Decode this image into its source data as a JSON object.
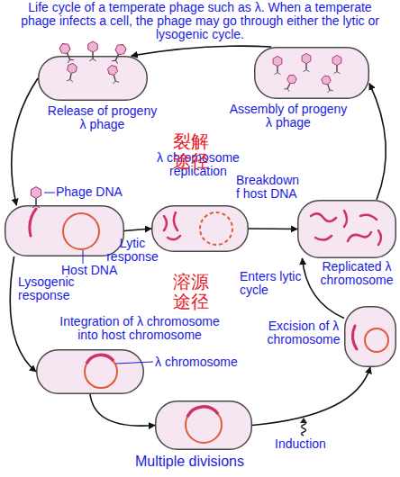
{
  "diagram": {
    "title": "Life cycle of a temperate phage such as λ. When a temperate phage infects a cell, the phage may go through either the lytic or lysogenic cycle.",
    "nodes": [
      {
        "text": [
          "Release of progeny λ phage"
        ]
      },
      {
        "text": [
          "Assembly of progeny λ phage"
        ]
      },
      {
        "text": [
          "Phage DNA",
          "Host DNA"
        ]
      },
      {
        "text": [
          "λ chromosome replication",
          "Breakdown f host DNA"
        ]
      },
      {
        "text": [
          "Replicated λ chromosome"
        ]
      },
      {
        "text": [
          "Integration of λ chromosome into host chromosome",
          "λ chromosome"
        ]
      },
      {
        "text": [
          "Multiple divisions"
        ]
      },
      {
        "text": [
          "Excision of λ chromosome"
        ]
      }
    ],
    "edges": [
      {
        "from": 1,
        "to": 0,
        "arrow": "to"
      },
      {
        "from": 0,
        "to": 2,
        "arrow": "to"
      },
      {
        "from": 2,
        "to": 3,
        "label": "Lytic response",
        "arrow": "to"
      },
      {
        "from": 2,
        "to": 5,
        "label": "Lysogenic response",
        "arrow": "to"
      },
      {
        "from": 3,
        "to": 4,
        "arrow": "to"
      },
      {
        "from": 4,
        "to": 1,
        "arrow": "to"
      },
      {
        "from": 5,
        "to": 6,
        "arrow": "to"
      },
      {
        "from": 6,
        "to": 7,
        "arrow": "to"
      },
      {
        "from": 7,
        "to": 4,
        "label": "Enters lytic cycle",
        "arrow": "to"
      }
    ],
    "labels": [
      "裂解 途径",
      "溶源 途径",
      "Induction"
    ]
  }
}
